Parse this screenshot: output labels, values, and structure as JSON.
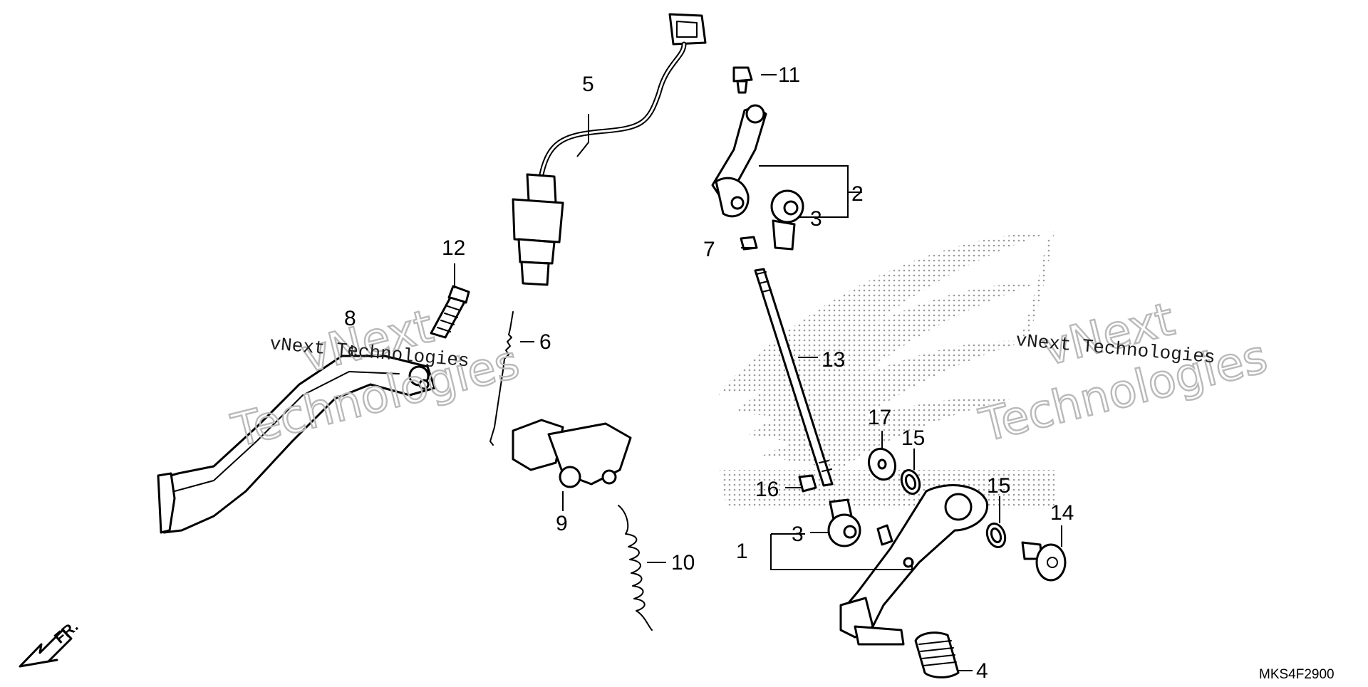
{
  "diagram": {
    "ref_code": "MKS4F2900",
    "front_marker": "FR.",
    "callouts": [
      "1",
      "2",
      "3",
      "3",
      "4",
      "5",
      "6",
      "7",
      "8",
      "9",
      "10",
      "11",
      "12",
      "13",
      "14",
      "15",
      "15",
      "16",
      "17"
    ],
    "watermarks": {
      "brand_line_1": "vNext",
      "brand_line_2": "Technologies",
      "brand_full": "vNext Technologies"
    }
  },
  "colors": {
    "line": "#000000",
    "watermark": "#b9b9b9",
    "dot_pattern": "#9a9a9a",
    "background": "#ffffff"
  }
}
